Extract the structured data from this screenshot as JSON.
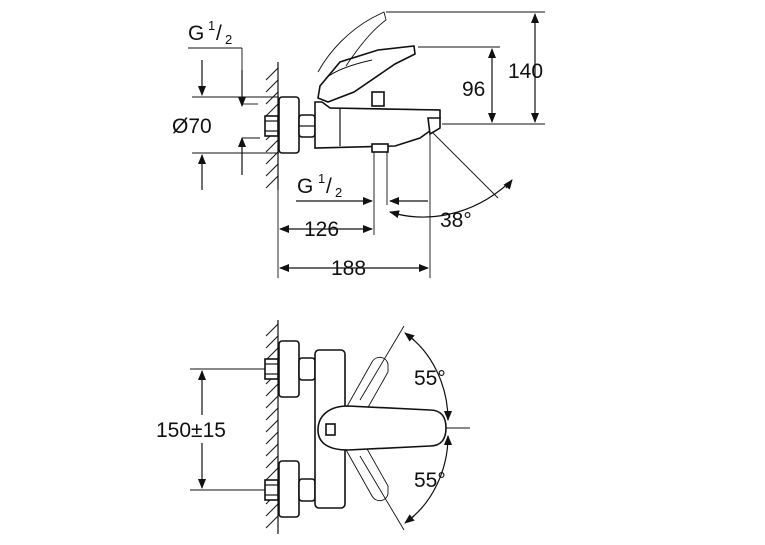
{
  "side_view": {
    "thread_top": {
      "base": "G",
      "num": "1",
      "den": "2"
    },
    "thread_bottom": {
      "base": "G",
      "num": "1",
      "den": "2"
    },
    "diameter": "Ø70",
    "height_total": "140",
    "height_spout": "96",
    "depth_inlet": "126",
    "depth_total": "188",
    "spout_angle": "38°"
  },
  "top_view": {
    "center_distance": "150±15",
    "handle_angle_up": "55°",
    "handle_angle_down": "55°"
  },
  "colors": {
    "line": "#111111",
    "background": "#ffffff"
  }
}
